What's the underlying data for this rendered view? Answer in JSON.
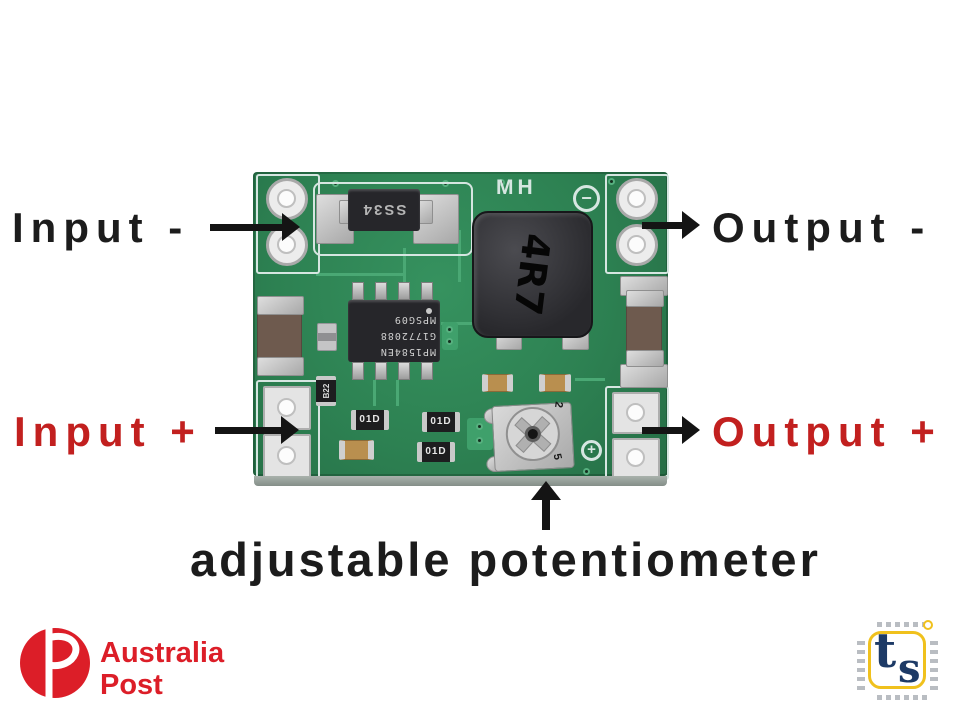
{
  "annotations": {
    "input_minus": {
      "label": "Input -",
      "color": "#1c1c1c"
    },
    "input_plus": {
      "label": "Input +",
      "color": "#c2201f"
    },
    "output_minus": {
      "label": "Output -",
      "color": "#1c1c1c"
    },
    "output_plus": {
      "label": "Output +",
      "color": "#c2201f"
    },
    "potentiometer": {
      "label": "adjustable potentiometer",
      "color": "#1c1c1c"
    }
  },
  "board": {
    "colors": {
      "pcb_green": "#2d8152",
      "silkscreen": "#d6e6e1"
    },
    "silkscreen": {
      "mh": "MH",
      "polarity_minus": "−",
      "polarity_plus": "+"
    },
    "components": {
      "diode_marking": "SS34",
      "inductor_marking": "4R7",
      "ic_line1": "MP1584EN",
      "ic_line2": "G1772088",
      "ic_line3": "MPSG09",
      "resistor_b22": "B22",
      "resistor_01d": "01D",
      "pot_digit_top": "2",
      "pot_digit_bottom": "5"
    }
  },
  "branding": {
    "australia_post": {
      "monogram": "P",
      "line1": "Australia",
      "line2": "Post",
      "color": "#dc1e28"
    },
    "ts_logo": {
      "t": "t",
      "s": "s",
      "border_color": "#f0c11d",
      "letter_color": "#1d3a66"
    }
  }
}
